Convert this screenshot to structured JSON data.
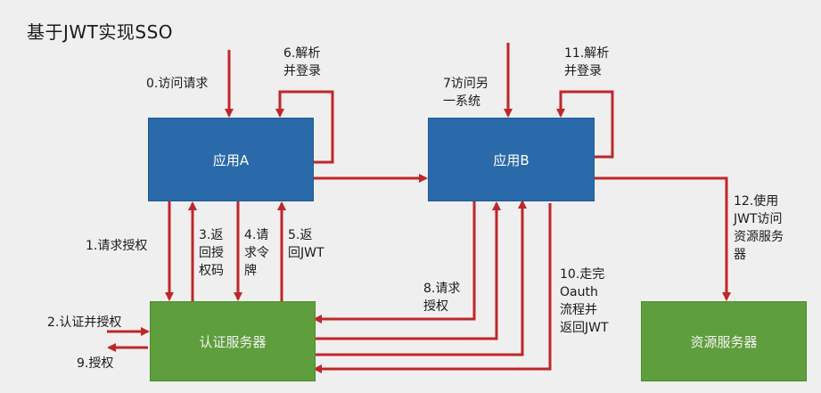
{
  "title": "基于JWT实现SSO",
  "nodes": {
    "app_a": "应用A",
    "app_b": "应用B",
    "auth_server": "认证服务器",
    "resource_server": "资源服务器"
  },
  "labels": {
    "l0": "0.访问请求",
    "l1": "1.请求授权",
    "l2": "2.认证并授权",
    "l3": "3.返\n回授\n权码",
    "l4": "4.请\n求令\n牌",
    "l5": "5.返\n回JWT",
    "l6": "6.解析\n并登录",
    "l7": "7访问另\n一系统",
    "l8": "8.请求\n授权",
    "l9": "9.授权",
    "l10": "10.走完\nOauth\n流程并\n返回JWT",
    "l11": "11.解析\n并登录",
    "l12": "12.使用\nJWT访问\n资源服务\n器"
  },
  "colors": {
    "arrow": "#c0262a",
    "blue_box": "#2b6aaa",
    "green_box": "#5e9e3c"
  }
}
